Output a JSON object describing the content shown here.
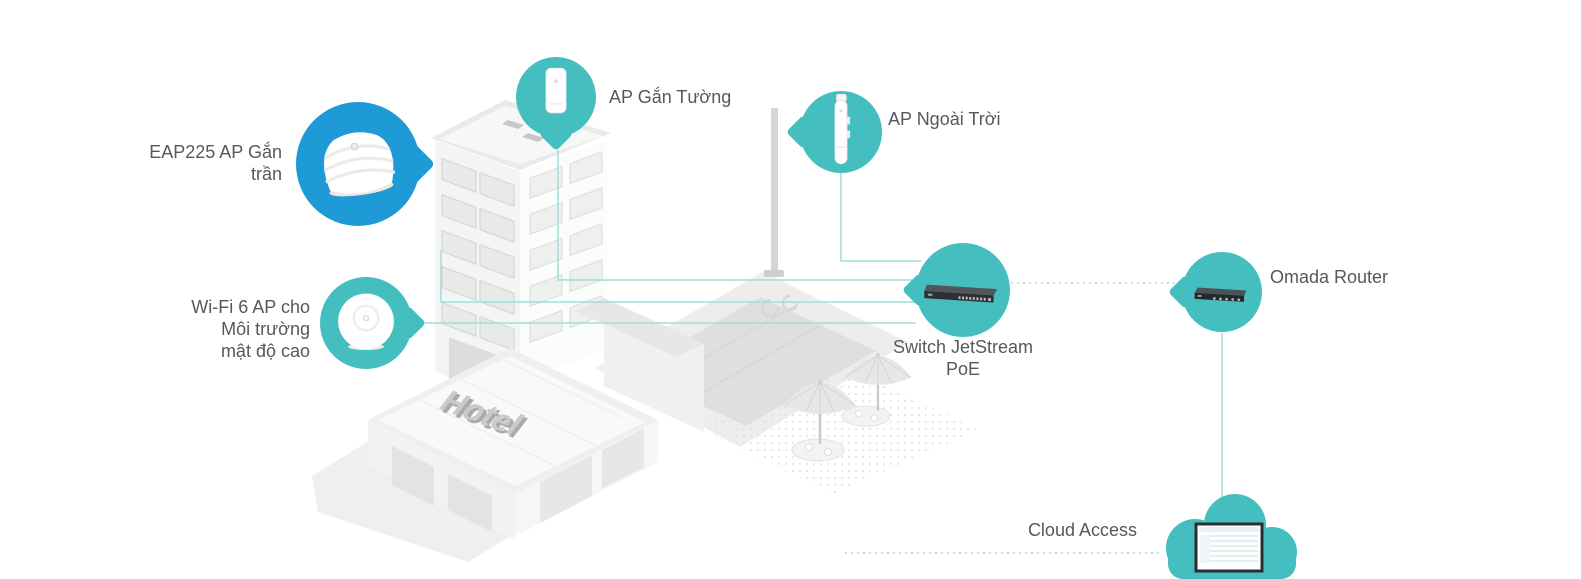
{
  "colors": {
    "brand_blue": "#1e9ad6",
    "brand_teal": "#45bec0",
    "connector_teal": "#9edede",
    "label_text": "#56585c"
  },
  "nodes": {
    "ceiling_ap": {
      "label": "EAP225 AP Gắn\ntrần",
      "icon": "ceiling-ap-device"
    },
    "wall_ap": {
      "label": "AP Gắn Tường",
      "icon": "wall-ap-device"
    },
    "outdoor_ap": {
      "label": "AP Ngoài Trời",
      "icon": "outdoor-ap-device"
    },
    "wifi6_ap": {
      "label": "Wi-Fi 6 AP cho\nMôi trường\nmật độ cao",
      "icon": "wifi6-ap-device"
    },
    "switch": {
      "label": "Switch JetStream\nPoE",
      "icon": "poe-switch-device"
    },
    "router": {
      "label": "Omada Router",
      "icon": "router-device"
    },
    "cloud": {
      "label": "Cloud Access",
      "icon": "cloud-dashboard"
    }
  },
  "scene": {
    "building_sign": "Hotel"
  }
}
